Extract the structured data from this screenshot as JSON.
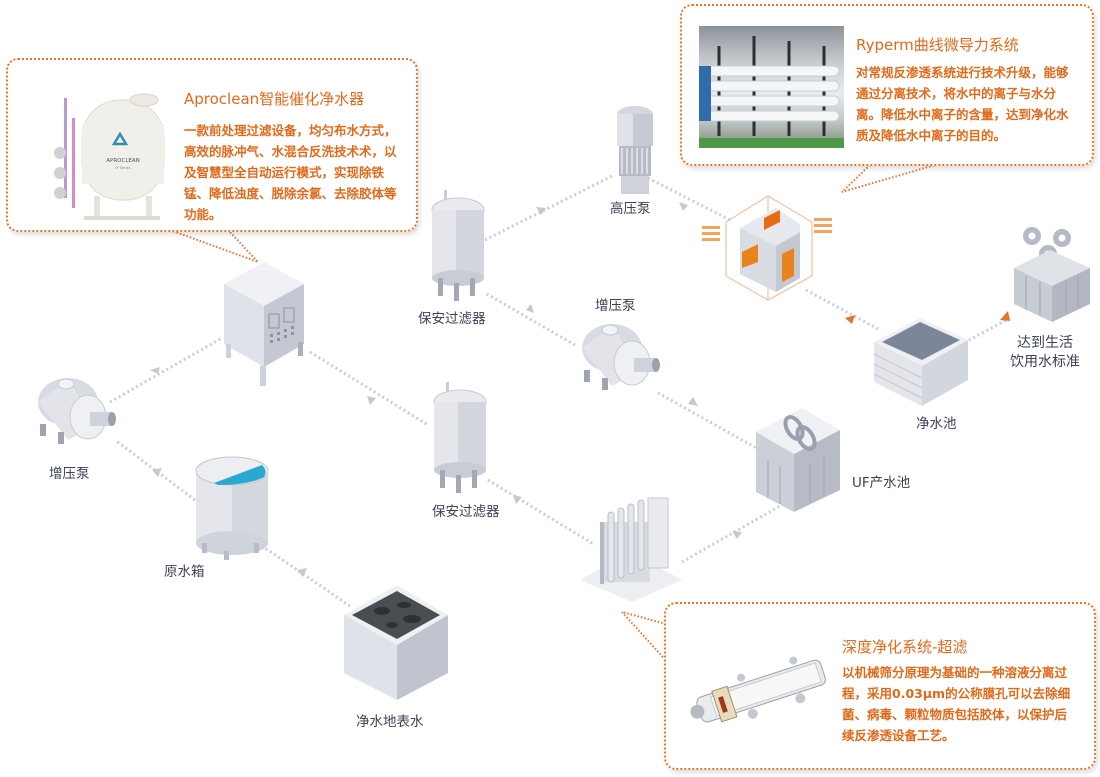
{
  "colors": {
    "accent": "#e8742a",
    "callout_text": "#e06a1b",
    "label_text": "#3b4256",
    "link": "#c5c9d4",
    "link_accent": "#e8742a",
    "equipment_light": "#e6e8ee",
    "equipment_mid": "#b9bdc9",
    "equipment_dark": "#8f95a6",
    "water_blue": "#29a9cf"
  },
  "callouts": {
    "aproclean": {
      "title": "Aproclean智能催化净水器",
      "body": "一款前处理过滤设备，均匀布水方式，高效的脉冲气、水混合反洗技术术，以及智慧型全自动运行模式，实现除铁锰、降低浊度、脱除余氯、去除胶体等功能。",
      "image_label": "APROCLEAN",
      "image_sublabel": "IY Series"
    },
    "ryperm": {
      "title": "Ryperm曲线微导力系统",
      "body": "对常规反渗透系统进行技术升级，能够通过分离技术，将水中的离子与水分离。降低水中离子的含量，达到净化水质及降低水中离子的目的。"
    },
    "uf": {
      "title": "深度净化系统-超滤",
      "body": "以机械筛分原理为基础的一种溶液分离过程，采用0.03μm的公称膜孔可以去除细菌、病毒、颗粒物质包括胶体，以保护后续反渗透设备工艺。"
    }
  },
  "nodes": {
    "surface_water": "净水地表水",
    "raw_tank": "原水箱",
    "booster_pump_1": "增压泵",
    "control_cabinet": "",
    "security_filter_1": "保安过滤器",
    "high_pressure_pump": "高压泵",
    "ro_module": "",
    "clean_pool": "净水池",
    "standard": "达到生活饮用水标准",
    "standard_line1": "达到生活",
    "standard_line2": "饮用水标准",
    "security_filter_2": "保安过滤器",
    "uf_rack": "",
    "uf_pool": "UF产水池",
    "booster_pump_2": "增压泵"
  },
  "flow": [
    {
      "from": "净水地表水",
      "to": "原水箱"
    },
    {
      "from": "原水箱",
      "to": "增压泵"
    },
    {
      "from": "增压泵",
      "to": "Aproclean智能催化净水器"
    },
    {
      "from": "Aproclean智能催化净水器",
      "to": "保安过滤器"
    },
    {
      "from": "保安过滤器",
      "to": "超滤"
    },
    {
      "from": "超滤",
      "to": "UF产水池"
    },
    {
      "from": "UF产水池",
      "to": "增压泵"
    },
    {
      "from": "增压泵",
      "to": "保安过滤器"
    },
    {
      "from": "保安过滤器",
      "to": "高压泵"
    },
    {
      "from": "高压泵",
      "to": "Ryperm曲线微导力系统"
    },
    {
      "from": "Ryperm曲线微导力系统",
      "to": "净水池"
    },
    {
      "from": "净水池",
      "to": "达到生活饮用水标准"
    }
  ]
}
